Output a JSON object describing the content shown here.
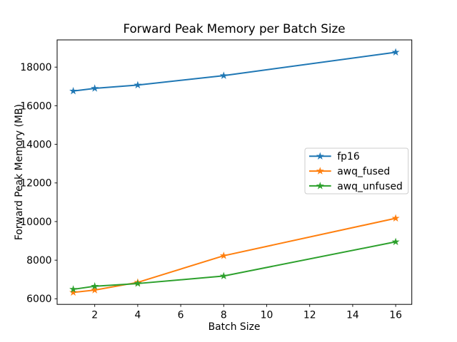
{
  "chart_data": {
    "type": "line",
    "title": "Forward Peak Memory per Batch Size",
    "xlabel": "Batch Size",
    "ylabel": "Forward Peak Memory (MB)",
    "x": [
      1,
      2,
      4,
      8,
      16
    ],
    "series": [
      {
        "name": "fp16",
        "color": "#1f77b4",
        "marker": "star",
        "values": [
          16760,
          16900,
          17070,
          17560,
          18770
        ]
      },
      {
        "name": "awq_fused",
        "color": "#ff7f0e",
        "marker": "star",
        "values": [
          6330,
          6450,
          6850,
          8230,
          10170
        ]
      },
      {
        "name": "awq_unfused",
        "color": "#2ca02c",
        "marker": "star",
        "values": [
          6490,
          6650,
          6790,
          7180,
          8950
        ]
      }
    ],
    "xlim": [
      0.25,
      16.75
    ],
    "ylim": [
      5710,
      19410
    ],
    "xticks": [
      2,
      4,
      6,
      8,
      10,
      12,
      14,
      16
    ],
    "yticks": [
      6000,
      8000,
      10000,
      12000,
      14000,
      16000,
      18000
    ],
    "grid": false,
    "legend": {
      "position": "center right",
      "entries": [
        "fp16",
        "awq_fused",
        "awq_unfused"
      ]
    },
    "colors": {
      "axis": "#000000",
      "background": "#ffffff",
      "legend_border": "#cccccc"
    }
  }
}
